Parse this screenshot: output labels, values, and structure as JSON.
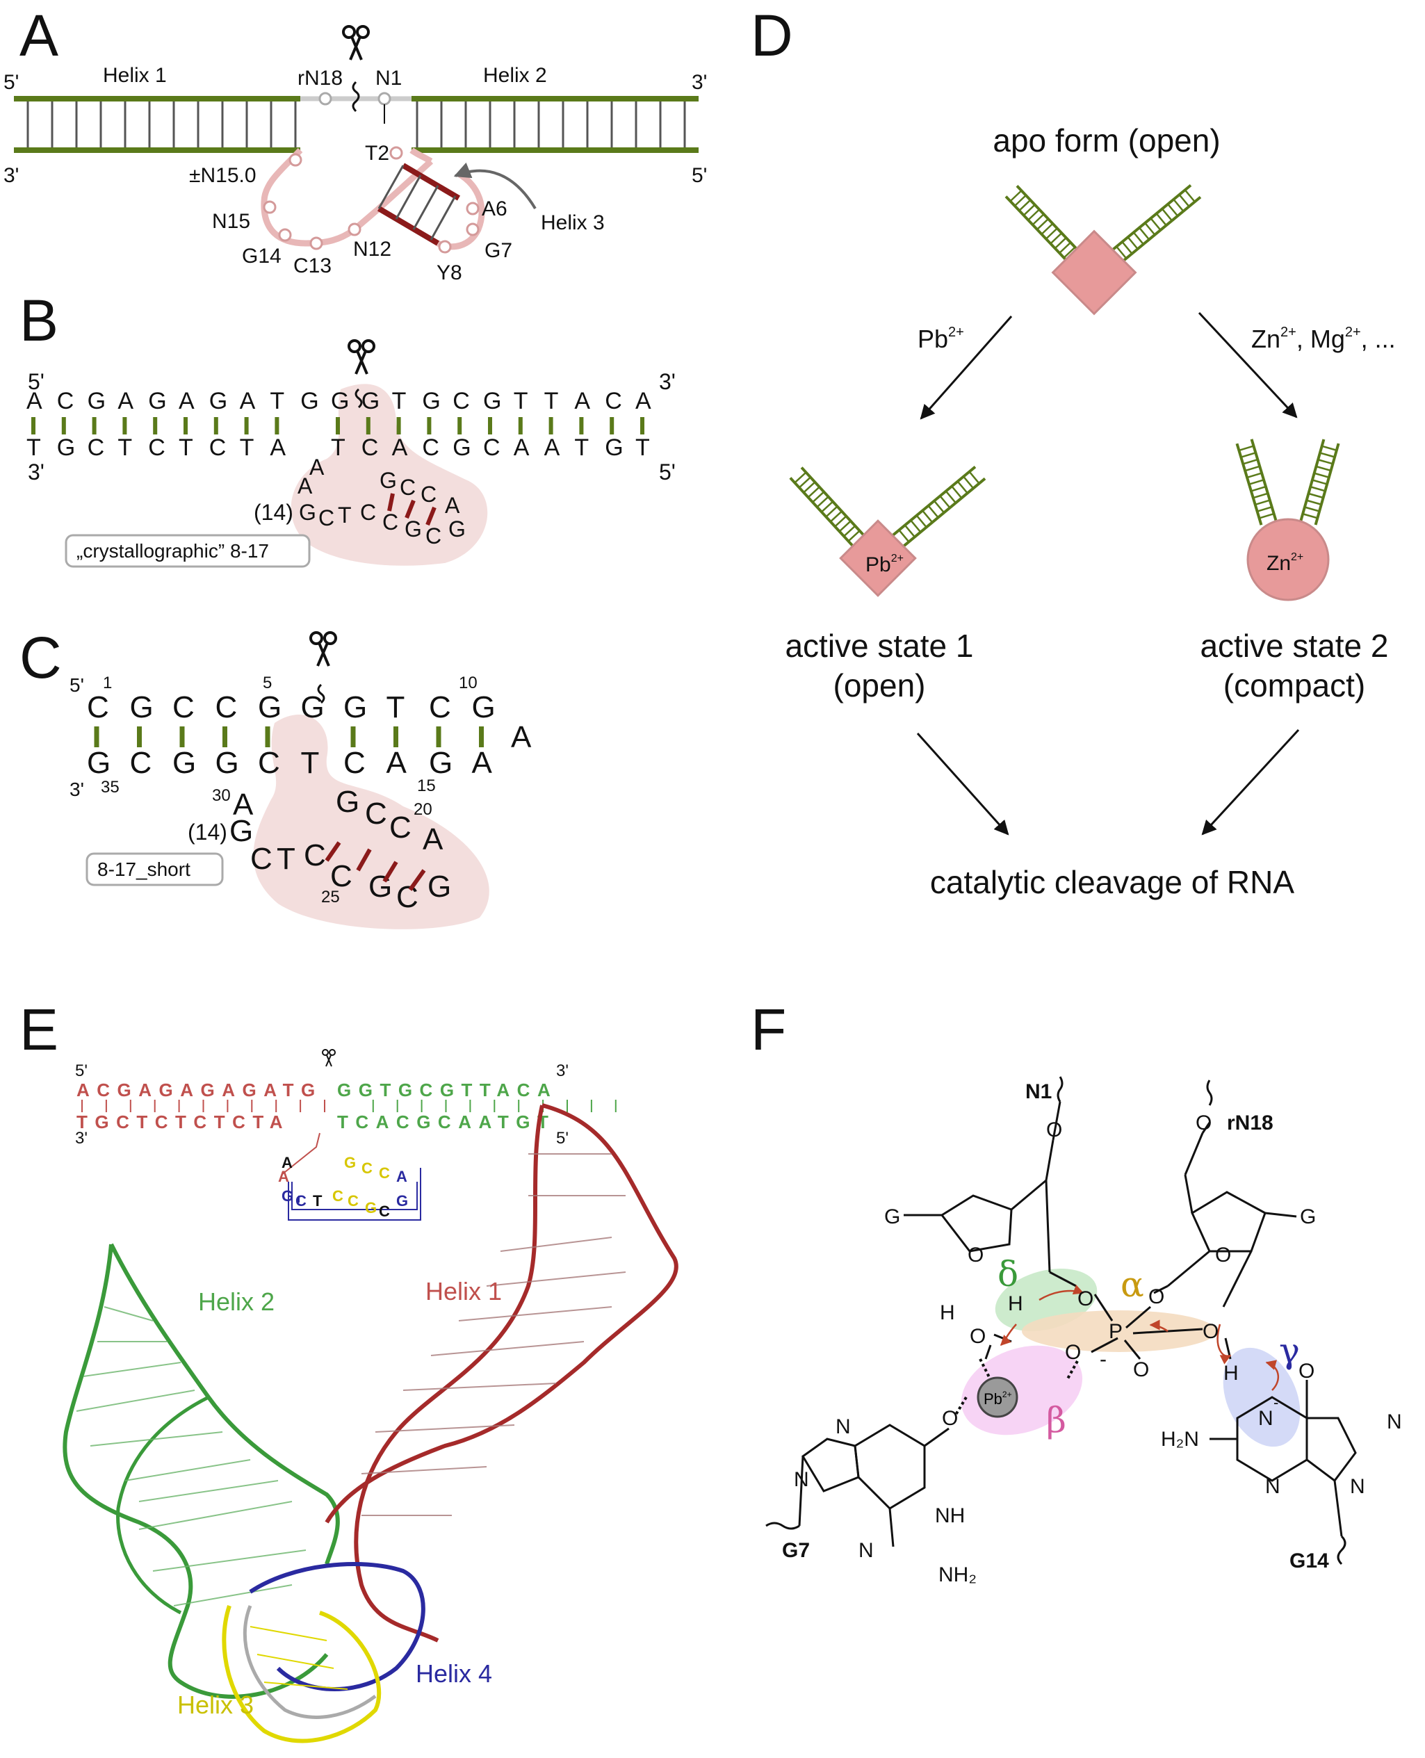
{
  "panels": {
    "a": "A",
    "b": "B",
    "c": "C",
    "d": "D",
    "e": "E",
    "f": "F"
  },
  "panel_a": {
    "helix1": "Helix 1",
    "helix2": "Helix 2",
    "helix3": "Helix 3",
    "end_5_left": "5'",
    "end_3_right": "3'",
    "end_3_left": "3'",
    "end_5_right": "5'",
    "rN18": "rN18",
    "N1": "N1",
    "T2": "T2",
    "N15_0": "±N15.0",
    "N15": "N15",
    "G14": "G14",
    "C13": "C13",
    "N12": "N12",
    "A6": "A6",
    "G7": "G7",
    "Y8": "Y8"
  },
  "panel_b": {
    "end_5": "5'",
    "end_3": "3'",
    "end_3b": "3'",
    "end_5b": "5'",
    "top_left": [
      "A",
      "C",
      "G",
      "A",
      "G",
      "A",
      "G",
      "A",
      "T",
      "G"
    ],
    "top_right": [
      "G",
      "G",
      "T",
      "G",
      "C",
      "G",
      "T",
      "T",
      "A",
      "C",
      "A"
    ],
    "bottom": [
      "T",
      "G",
      "C",
      "T",
      "C",
      "T",
      "C",
      "T",
      "A",
      "",
      "T",
      "C",
      "A",
      "C",
      "G",
      "C",
      "A",
      "A",
      "T",
      "G",
      "T"
    ],
    "loop": {
      "A1": "A",
      "A2": "A",
      "n14": "(14)",
      "G": "G",
      "C": "C",
      "T": "T",
      "C2": "C",
      "C3": "C",
      "G2": "G",
      "C4": "C",
      "C5": "C",
      "A3": "A",
      "G3": "G",
      "C6": "C",
      "G4": "G"
    },
    "label": "„crystallographic” 8-17"
  },
  "panel_c": {
    "end_5": "5'",
    "end_3": "3'",
    "n1": "1",
    "n5": "5",
    "n10": "10",
    "n35": "35",
    "n30": "30",
    "n15": "15",
    "n20": "20",
    "n25": "25",
    "top": [
      "C",
      "G",
      "C",
      "C",
      "G",
      "G",
      "G",
      "T",
      "C",
      "G"
    ],
    "overhang": "A",
    "bottom": [
      "G",
      "C",
      "G",
      "G",
      "C",
      "T",
      "C",
      "A",
      "G",
      "A"
    ],
    "loop": {
      "A": "A",
      "n14": "(14)",
      "G": "G",
      "C": "C",
      "T": "T",
      "C2": "C",
      "G2": "G",
      "C3": "C",
      "C4": "C",
      "A2": "A",
      "C5": "C",
      "G3": "G",
      "C6": "C",
      "G4": "G"
    },
    "label": "8-17_short"
  },
  "panel_d": {
    "apo": "apo form (open)",
    "pb_arrow": "Pb",
    "pb_sup": "2+",
    "zn_arrow_zn": "Zn",
    "zn_arrow_mg": "Mg",
    "zn_arrow_tail": ", ...",
    "pb_ion": "Pb",
    "zn_ion": "Zn",
    "active1_l1": "active state 1",
    "active1_l2": "(open)",
    "active2_l1": "active state 2",
    "active2_l2": "(compact)",
    "cleavage": "catalytic cleavage of RNA"
  },
  "panel_e": {
    "end_5": "5'",
    "end_3": "3'",
    "end_3b": "3'",
    "end_5b": "5'",
    "top_red": "ACGAGAGAGATG",
    "top_green": "GGTGCGTTACA",
    "bottom_red": "TGCTCTCTCTA",
    "bottom_green": "TCACGCAATGT",
    "helix1": "Helix 1",
    "helix2": "Helix 2",
    "helix3": "Helix 3",
    "helix4": "Helix 4"
  },
  "panel_f": {
    "N1": "N1",
    "rN18": "rN18",
    "G7": "G7",
    "G14": "G14",
    "delta": "δ",
    "alpha": "α",
    "beta": "β",
    "gamma": "γ",
    "pb": "Pb",
    "pb_sup": "2+",
    "H2N": "H₂N",
    "NH2": "NH₂",
    "NH": "NH",
    "G": "G",
    "O": "O",
    "N": "N",
    "H": "H",
    "P": "P",
    "minus": "-"
  },
  "colors": {
    "helix_green": "#5a7a1a",
    "loop_pink": "#e8b7b7",
    "bp_red": "#8b1a1a",
    "blob": "#f3dedd",
    "diamond": "#e79a9a",
    "e_red": "#c0504d",
    "e_green": "#4ea64a",
    "e_blue": "#2a2aa0",
    "e_yellow": "#e0d800"
  }
}
